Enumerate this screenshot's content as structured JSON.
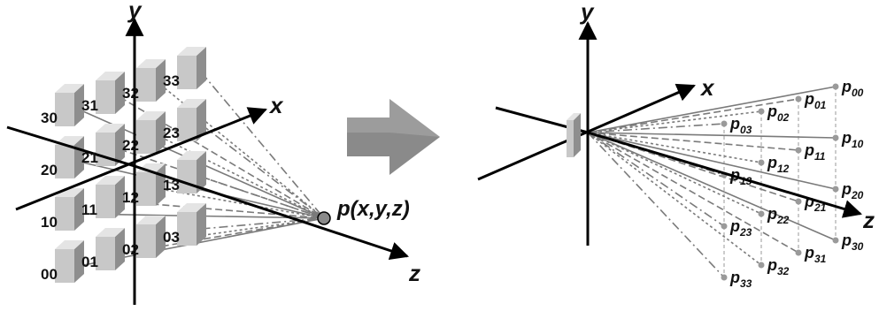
{
  "left_panel": {
    "axis_labels": {
      "x": "x",
      "y": "y",
      "z": "z"
    },
    "point_label": "p(x,y,z)",
    "cells": [
      {
        "id": "00",
        "row": 0,
        "col": 0
      },
      {
        "id": "01",
        "row": 0,
        "col": 1
      },
      {
        "id": "02",
        "row": 0,
        "col": 2
      },
      {
        "id": "03",
        "row": 0,
        "col": 3
      },
      {
        "id": "10",
        "row": 1,
        "col": 0
      },
      {
        "id": "11",
        "row": 1,
        "col": 1
      },
      {
        "id": "12",
        "row": 1,
        "col": 2
      },
      {
        "id": "13",
        "row": 1,
        "col": 3
      },
      {
        "id": "20",
        "row": 2,
        "col": 0
      },
      {
        "id": "21",
        "row": 2,
        "col": 1
      },
      {
        "id": "22",
        "row": 2,
        "col": 2
      },
      {
        "id": "23",
        "row": 2,
        "col": 3
      },
      {
        "id": "30",
        "row": 3,
        "col": 0
      },
      {
        "id": "31",
        "row": 3,
        "col": 1
      },
      {
        "id": "32",
        "row": 3,
        "col": 2
      },
      {
        "id": "33",
        "row": 3,
        "col": 3
      }
    ]
  },
  "arrow": {
    "color": "#8a8a8a"
  },
  "right_panel": {
    "axis_labels": {
      "x": "x",
      "y": "y",
      "z": "z"
    },
    "points": [
      {
        "base": "p",
        "sub": "00"
      },
      {
        "base": "p",
        "sub": "01"
      },
      {
        "base": "p",
        "sub": "02"
      },
      {
        "base": "p",
        "sub": "03"
      },
      {
        "base": "p",
        "sub": "10"
      },
      {
        "base": "p",
        "sub": "11"
      },
      {
        "base": "p",
        "sub": "12"
      },
      {
        "base": "p",
        "sub": "13"
      },
      {
        "base": "p",
        "sub": "20"
      },
      {
        "base": "p",
        "sub": "21"
      },
      {
        "base": "p",
        "sub": "22"
      },
      {
        "base": "p",
        "sub": "23"
      },
      {
        "base": "p",
        "sub": "30"
      },
      {
        "base": "p",
        "sub": "31"
      },
      {
        "base": "p",
        "sub": "32"
      },
      {
        "base": "p",
        "sub": "33"
      }
    ]
  },
  "colors": {
    "line": "#000000",
    "ray": "#7a7a7a",
    "block_front": "#c8c8c8",
    "block_side": "#8e8e8e",
    "block_top": "#e4e4e4"
  }
}
